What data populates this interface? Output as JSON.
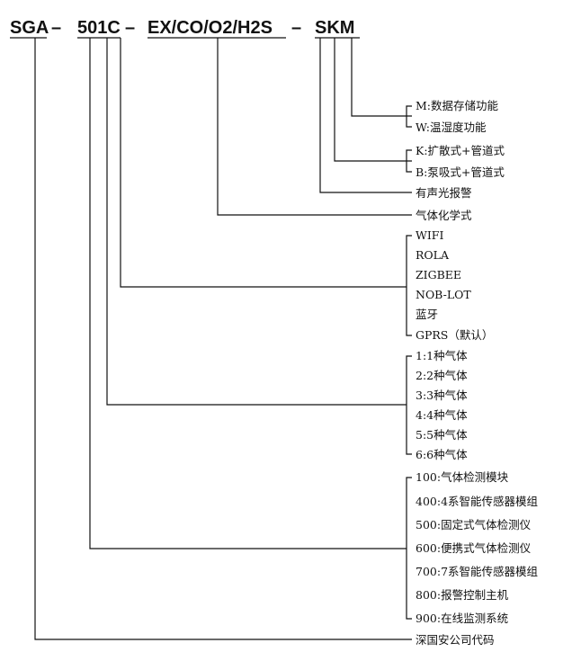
{
  "code": {
    "prefix": "SGA",
    "dash1": "–",
    "model": "501C",
    "dash2": "–",
    "gases": "EX/CO/O2/H2S",
    "dash3": "–",
    "suffix": "SKM"
  },
  "groups": [
    {
      "id": "data-storage",
      "options": [
        "M:数据存储功能",
        "W:温湿度功能"
      ]
    },
    {
      "id": "sampling",
      "options": [
        "K:扩散式+管道式",
        "B:泵吸式+管道式"
      ]
    },
    {
      "id": "alarm",
      "options": [
        "有声光报警"
      ]
    },
    {
      "id": "gas-formula",
      "options": [
        "气体化学式"
      ]
    },
    {
      "id": "communication",
      "options": [
        "WIFI",
        "ROLA",
        "ZIGBEE",
        "NOB-LOT",
        "蓝牙",
        "GPRS（默认）"
      ]
    },
    {
      "id": "gas-count",
      "options": [
        "1:1种气体",
        "2:2种气体",
        "3:3种气体",
        "4:4种气体",
        "5:5种气体",
        "6:6种气体"
      ]
    },
    {
      "id": "product-type",
      "options": [
        "100:气体检测模块",
        "400:4系智能传感器模组",
        "500:固定式气体检测仪",
        "600:便携式气体检测仪",
        "700:7系智能传感器模组",
        "800:报警控制主机",
        "900:在线监测系统"
      ]
    },
    {
      "id": "company-code",
      "options": [
        "深国安公司代码"
      ]
    }
  ]
}
